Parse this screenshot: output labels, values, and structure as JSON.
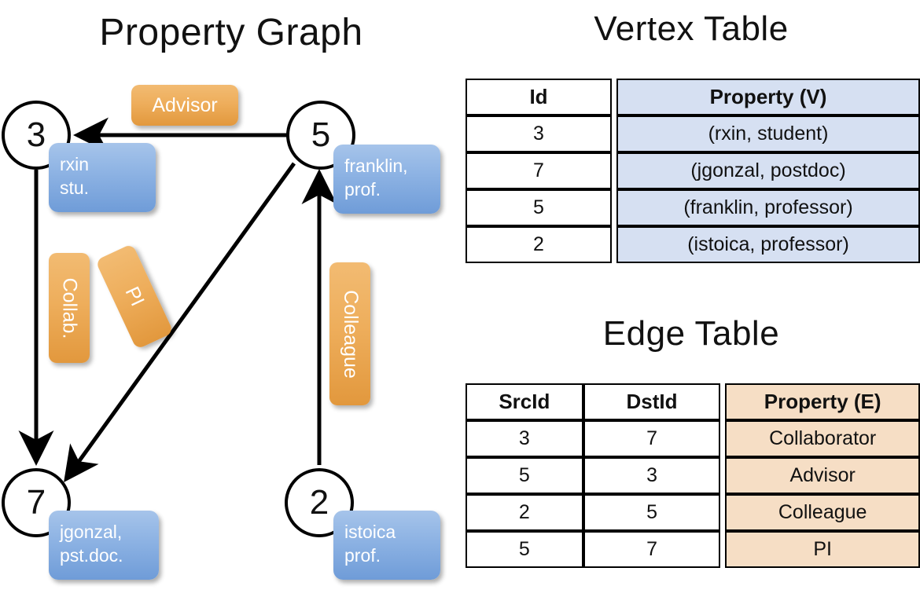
{
  "titles": {
    "property_graph": "Property Graph",
    "vertex_table": "Vertex Table",
    "edge_table": "Edge Table"
  },
  "graph": {
    "nodes": [
      {
        "id": "3",
        "name": "node-3",
        "property_lines": [
          "rxin",
          "stu."
        ]
      },
      {
        "id": "5",
        "name": "node-5",
        "property_lines": [
          "franklin,",
          "prof."
        ]
      },
      {
        "id": "7",
        "name": "node-7",
        "property_lines": [
          "jgonzal,",
          "pst.doc."
        ]
      },
      {
        "id": "2",
        "name": "node-2",
        "property_lines": [
          "istoica",
          "prof."
        ]
      }
    ],
    "node_labels": {
      "n3": "3",
      "n5": "5",
      "n7": "7",
      "n2": "2"
    },
    "property_boxes": {
      "rxin_l1": "rxin",
      "rxin_l2": "stu.",
      "franklin_l1": "franklin,",
      "franklin_l2": "prof.",
      "jgonzal_l1": "jgonzal,",
      "jgonzal_l2": "pst.doc.",
      "istoica_l1": "istoica",
      "istoica_l2": "prof."
    },
    "edge_labels": {
      "advisor": "Advisor",
      "collab": "Collab.",
      "pi": "PI",
      "colleague": "Colleague"
    },
    "edges": [
      {
        "src": "5",
        "dst": "3",
        "label": "Advisor"
      },
      {
        "src": "3",
        "dst": "7",
        "label": "Collab."
      },
      {
        "src": "5",
        "dst": "7",
        "label": "PI"
      },
      {
        "src": "2",
        "dst": "5",
        "label": "Colleague"
      }
    ]
  },
  "vertex_table": {
    "headers": [
      "Id",
      "Property (V)"
    ],
    "header_id": "Id",
    "header_prop": "Property (V)",
    "rows": [
      {
        "id": "3",
        "property": "(rxin, student)"
      },
      {
        "id": "7",
        "property": "(jgonzal, postdoc)"
      },
      {
        "id": "5",
        "property": "(franklin, professor)"
      },
      {
        "id": "2",
        "property": "(istoica, professor)"
      }
    ]
  },
  "edge_table": {
    "headers": [
      "SrcId",
      "DstId",
      "Property (E)"
    ],
    "header_src": "SrcId",
    "header_dst": "DstId",
    "header_prop": "Property (E)",
    "rows": [
      {
        "src": "3",
        "dst": "7",
        "property": "Collaborator"
      },
      {
        "src": "5",
        "dst": "3",
        "property": "Advisor"
      },
      {
        "src": "2",
        "dst": "5",
        "property": "Colleague"
      },
      {
        "src": "5",
        "dst": "7",
        "property": "PI"
      }
    ]
  },
  "colors": {
    "vertex_property_fill": "#d6e0f2",
    "edge_property_fill": "#f6dec5",
    "node_box_blue": "#6f9cd8",
    "edge_label_orange": "#e2983d",
    "background": "#ffffff",
    "stroke": "#000000"
  }
}
